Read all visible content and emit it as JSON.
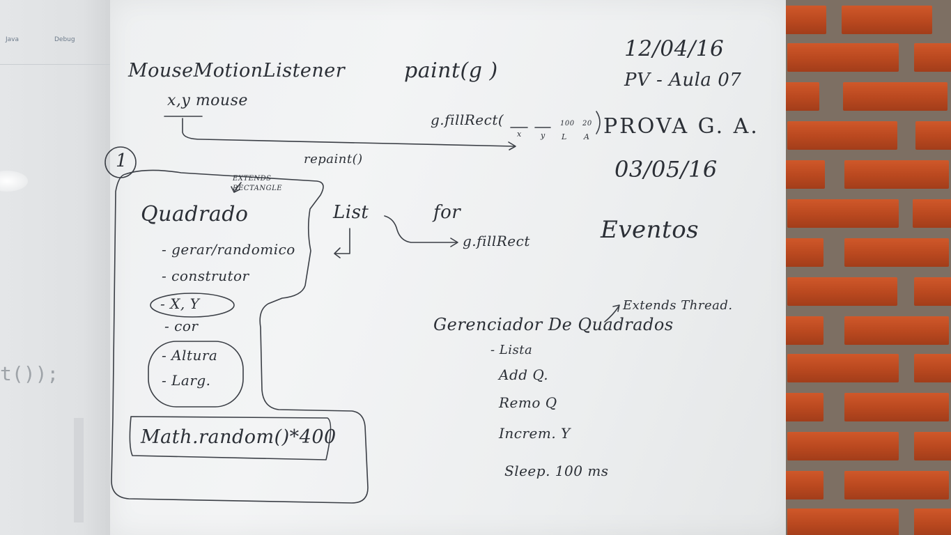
{
  "projector": {
    "toolbar_java": "Java",
    "toolbar_debug": "Debug",
    "code_fragment": "t());"
  },
  "whiteboard": {
    "date": "12/04/16",
    "course": "PV - Aula 07",
    "exam": "PROVA G. A.",
    "exam_date": "03/05/16",
    "topic": "Eventos",
    "listener": "MouseMotionListener",
    "xy_mouse": "x,y mouse",
    "paint": "paint(g )",
    "fillrect_call": "g.fillRect(",
    "fillrect_args": [
      "x",
      "y",
      "L",
      "A"
    ],
    "fillrect_nums": [
      "100",
      "20"
    ],
    "repaint": "repaint()",
    "number_one": "1",
    "extends_note": "EXTENDS RECTANGLE",
    "quadrado": "Quadrado",
    "quadrado_items": [
      "- gerar/randomico",
      "- construtor",
      "- X, Y",
      "- cor",
      "- Altura",
      "- Larg."
    ],
    "list": "List",
    "for": "for",
    "fillrect2": "g.fillRect",
    "math": "Math.random()*400",
    "gerenciador": "Gerenciador De Quadrados",
    "extends_thread": "Extends Thread.",
    "gerenciador_items": [
      "- Lista",
      "Add Q.",
      "Remo Q",
      "Increm. Y",
      "Sleep. 100 ms"
    ]
  }
}
